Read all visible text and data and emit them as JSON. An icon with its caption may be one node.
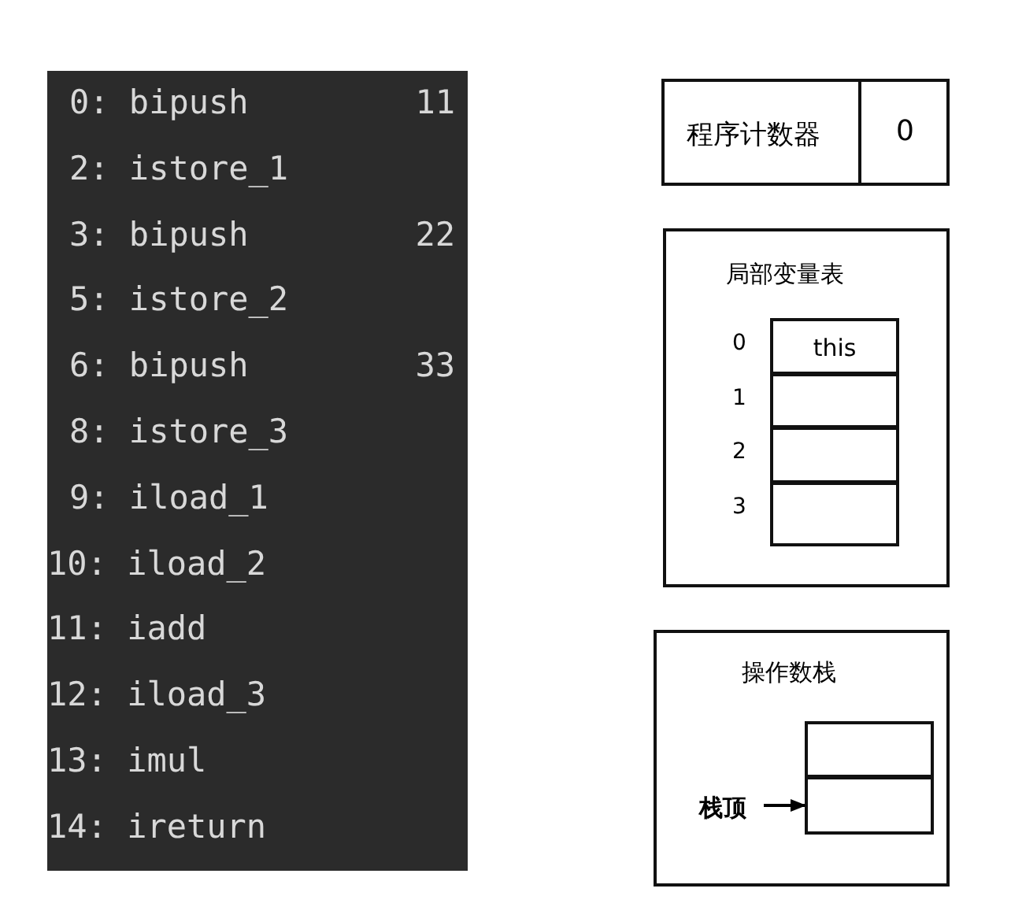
{
  "diagram": {
    "nodes": [
      {
        "text": [
          "0: bipush",
          "11",
          "2: istore_1",
          "3: bipush",
          "22",
          "5: istore_2",
          "6: bipush",
          "33",
          "8: istore_3",
          "9: iload_1",
          "10: iload_2",
          "11: iadd",
          "12: iload_3",
          "13: imul",
          "14: ireturn"
        ]
      },
      {
        "text": [
          "程序计数器",
          "0"
        ]
      },
      {
        "text": [
          "局部变量表"
        ]
      },
      {
        "text": [
          "this"
        ],
        "in": 2,
        "beside": [
          "0"
        ]
      },
      {
        "text": [],
        "shape": "box",
        "in": 2,
        "beside": [
          "1"
        ]
      },
      {
        "text": [],
        "shape": "box",
        "in": 2,
        "beside": [
          "2"
        ]
      },
      {
        "text": [],
        "shape": "box",
        "in": 2,
        "beside": [
          "3"
        ]
      },
      {
        "text": [
          "操作数栈"
        ]
      },
      {
        "text": [],
        "shape": "box",
        "in": 7
      },
      {
        "text": [],
        "shape": "box",
        "in": 7
      },
      {
        "text": [
          "栈顶"
        ],
        "in": 7
      }
    ],
    "edges": [
      {
        "from": 10,
        "to": 9,
        "arrow": "to"
      }
    ]
  }
}
